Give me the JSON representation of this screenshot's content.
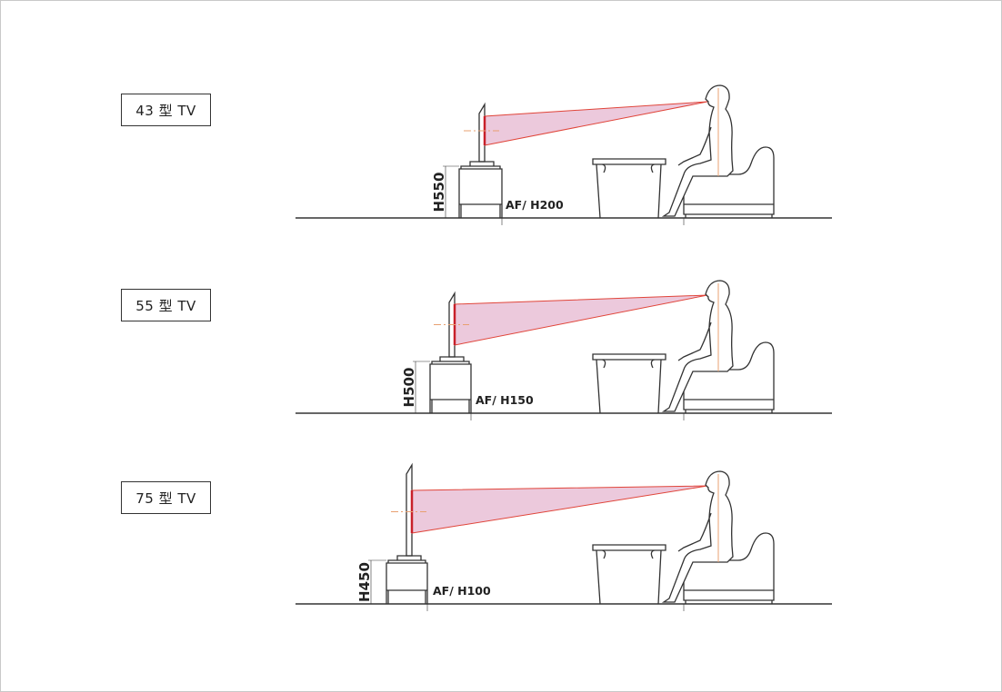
{
  "scenes": [
    {
      "label": "43 型 TV",
      "height_dim": "H550",
      "floor_clearance": "AF/ H200"
    },
    {
      "label": "55 型 TV",
      "height_dim": "H500",
      "floor_clearance": "AF/ H150"
    },
    {
      "label": "75 型 TV",
      "height_dim": "H450",
      "floor_clearance": "AF/ H100"
    }
  ],
  "colors": {
    "line": "#333333",
    "sightline": "#e0453a",
    "view_fill": "#e7bcd3",
    "guide": "#e8a070"
  }
}
